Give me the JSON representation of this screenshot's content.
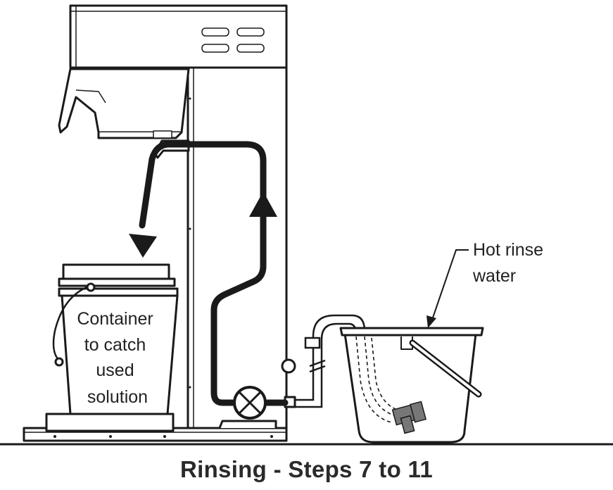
{
  "labels": {
    "container": [
      "Container",
      "to catch",
      "used",
      "solution"
    ],
    "rinse": [
      "Hot rinse",
      "water"
    ]
  },
  "caption": "Rinsing - Steps 7 to 11",
  "colors": {
    "ink": "#1a1a1a",
    "background": "#ffffff"
  }
}
